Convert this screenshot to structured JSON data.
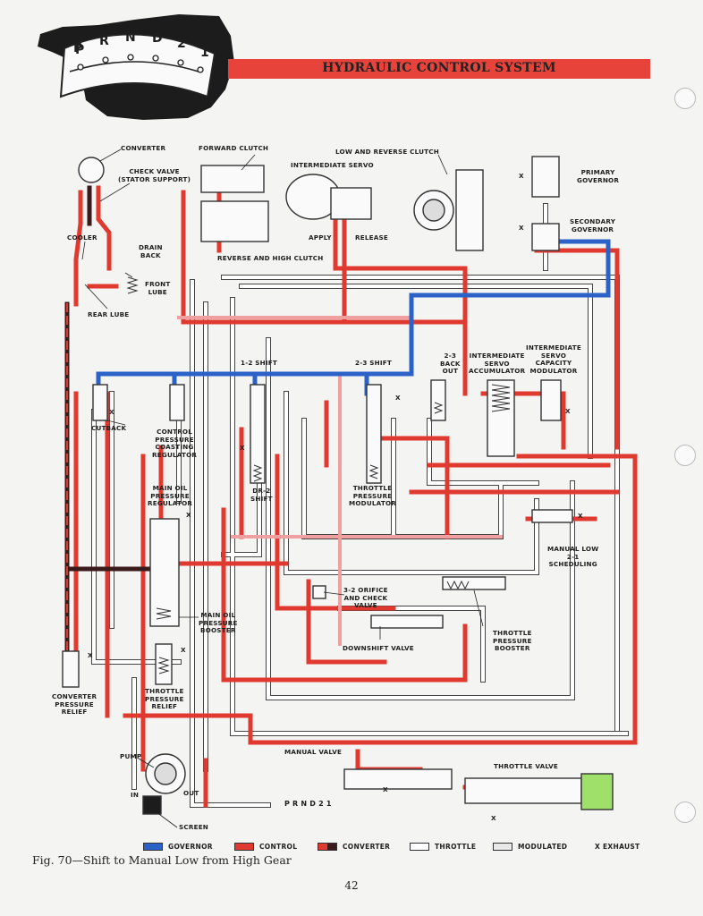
{
  "header": {
    "title": "HYDRAULIC CONTROL SYSTEM",
    "selector_positions": [
      "P",
      "R",
      "N",
      "D",
      "2",
      "1"
    ]
  },
  "colors": {
    "governor": "#2a62c8",
    "control": "#e03a30",
    "converter_dark": "#3a1a1a",
    "throttle": "#ffffff",
    "modulated": "#e8e8e8",
    "line": "#333333"
  },
  "labels": {
    "converter": "CONVERTER",
    "check_valve": "CHECK VALVE\n(STATOR SUPPORT)",
    "forward_clutch": "FORWARD CLUTCH",
    "low_reverse_clutch": "LOW AND REVERSE CLUTCH",
    "intermediate_servo": "INTERMEDIATE SERVO",
    "apply": "APPLY",
    "release": "RELEASE",
    "reverse_high_clutch": "REVERSE AND HIGH CLUTCH",
    "primary_governor": "PRIMARY\nGOVERNOR",
    "secondary_governor": "SECONDARY\nGOVERNOR",
    "cooler": "COOLER",
    "drain_back": "DRAIN\nBACK",
    "front_lube": "FRONT\nLUBE",
    "rear_lube": "REAR LUBE",
    "shift_1_2": "1-2 SHIFT",
    "shift_2_3": "2-3 SHIFT",
    "back_out_2_3": "2-3\nBACK\nOUT",
    "intermediate_servo_accumulator": "INTERMEDIATE\nSERVO\nACCUMULATOR",
    "intermediate_servo_capacity_modulator": "INTERMEDIATE\nSERVO\nCAPACITY\nMODULATOR",
    "cutback": "CUTBACK",
    "control_pressure_coasting_regulator": "CONTROL\nPRESSURE\nCOASTING\nREGULATOR",
    "dr2_shift": "DR-2\nSHIFT",
    "throttle_pressure_modulator": "THROTTLE\nPRESSURE\nMODULATOR",
    "main_oil_pressure_regulator": "MAIN OIL\nPRESSURE\nREGULATOR",
    "manual_low_scheduling": "MANUAL LOW\n2-1\nSCHEDULING",
    "orifice_check_valve": "3-2 ORIFICE\nAND CHECK\nVALVE",
    "main_oil_pressure_booster": "MAIN OIL\nPRESSURE\nBOOSTER",
    "downshift_valve": "DOWNSHIFT VALVE",
    "throttle_pressure_booster": "THROTTLE\nPRESSURE\nBOOSTER",
    "converter_pressure_relief": "CONVERTER\nPRESSURE\nRELIEF",
    "throttle_pressure_relief": "THROTTLE\nPRESSURE\nRELIEF",
    "pump": "PUMP",
    "in": "IN",
    "out": "OUT",
    "screen": "SCREEN",
    "manual_valve": "MANUAL VALVE",
    "throttle_valve": "THROTTLE VALVE",
    "manual_scale": "P R N D 2 1",
    "exhaust_mark": "X"
  },
  "legend": [
    {
      "label": "GOVERNOR",
      "color": "#2a62c8"
    },
    {
      "label": "CONTROL",
      "color": "#e03a30"
    },
    {
      "label": "CONVERTER",
      "color": "#3a1a1a"
    },
    {
      "label": "THROTTLE",
      "color": "#ffffff"
    },
    {
      "label": "MODULATED",
      "color": "#e8e8e8"
    },
    {
      "label": "X  EXHAUST",
      "color": ""
    }
  ],
  "caption": "Fig. 70—Shift to Manual Low from High Gear",
  "page_number": "42"
}
